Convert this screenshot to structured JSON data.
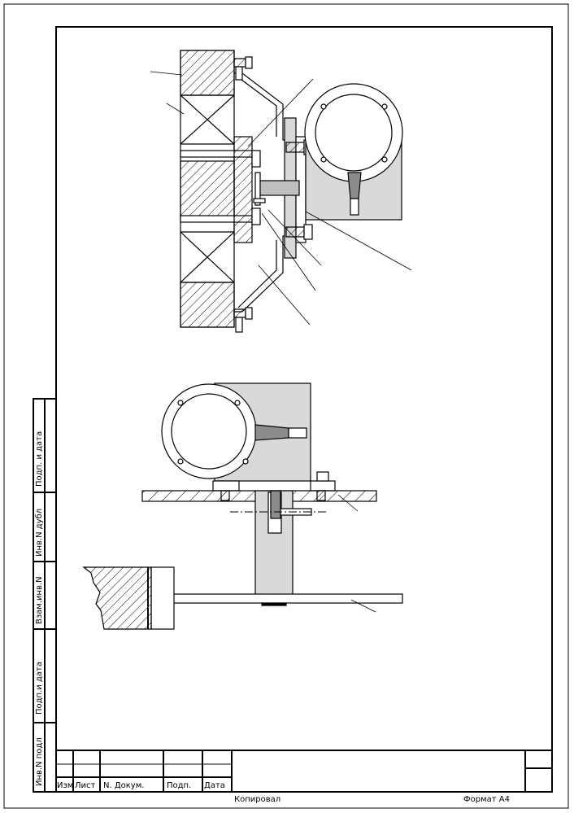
{
  "sheet": {
    "side_stamp": [
      "Подп. и дата",
      "Инв.N дубл",
      "Взам.инв.N",
      "Подп.и дата",
      "Инв.N подл"
    ],
    "title_block": {
      "izm": "Изм",
      "list": "Лист",
      "n_dokum": "N. Докум.",
      "podp": "Подп.",
      "data": "Дата"
    },
    "copied_label": "Копировал",
    "format_label": "Формат А4"
  },
  "colors": {
    "line": "#000000",
    "fill_gray": "#d9d9d9",
    "paper": "#ffffff"
  }
}
